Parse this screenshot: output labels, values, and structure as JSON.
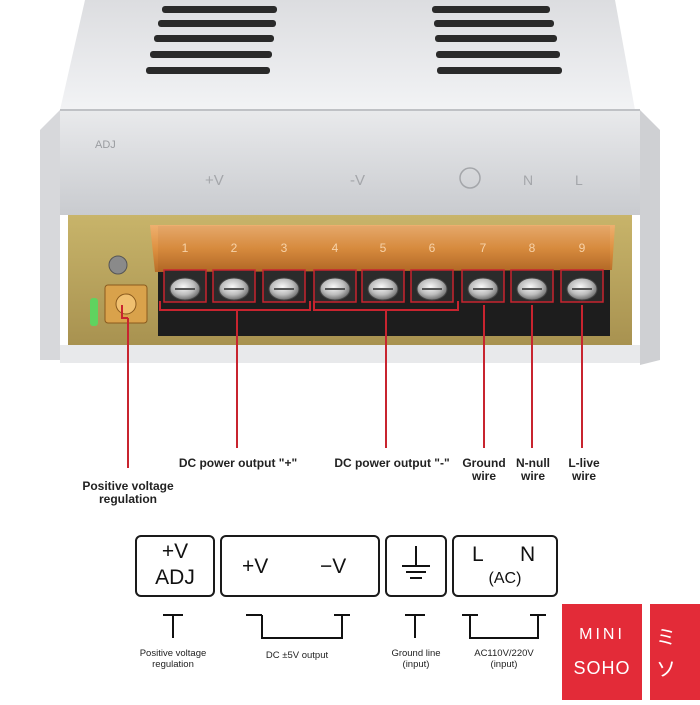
{
  "terminal_numbers": [
    "1",
    "2",
    "3",
    "4",
    "5",
    "6",
    "7",
    "8",
    "9"
  ],
  "board_labels": {
    "adj": "ADJ",
    "plus_v": "+V",
    "minus_v": "-V",
    "n": "N",
    "l": "L"
  },
  "callouts": {
    "voltage_reg_line1": "Positive voltage",
    "voltage_reg_line2": "regulation",
    "dc_plus": "DC power output \"+\"",
    "dc_minus": "DC power output \"-\"",
    "ground_line1": "Ground",
    "ground_line2": "wire",
    "nnull_line1": "N-null",
    "nnull_line2": "wire",
    "llive_line1": "L-live",
    "llive_line2": "wire"
  },
  "legend": {
    "adj_top": "+V",
    "adj_bottom": "ADJ",
    "dc_plus": "+V",
    "dc_minus": "−V",
    "ac_l": "L",
    "ac_n": "N",
    "ac_sub": "(AC)"
  },
  "captions": {
    "voltage_reg_line1": "Positive voltage",
    "voltage_reg_line2": "regulation",
    "dc_output": "DC ±5V output",
    "ground_line1": "Ground line",
    "ground_line2": "(input)",
    "ac_line1": "AC110V/220V",
    "ac_line2": "(input)"
  },
  "badge": {
    "line1": "MINI",
    "line2": "SOHO",
    "partial": "ミソ"
  },
  "colors": {
    "callout_line": "#c8242f",
    "badge_red": "#e32b38",
    "terminal_cover": "#e0903f"
  }
}
